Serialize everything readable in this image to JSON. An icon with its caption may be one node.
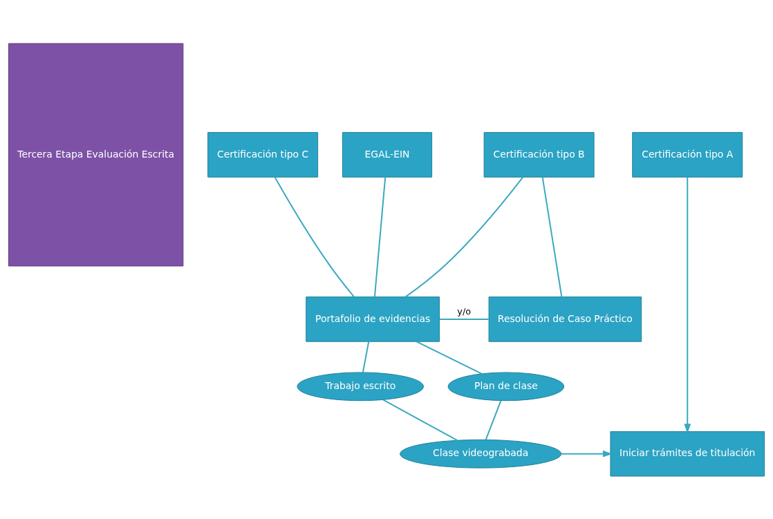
{
  "diagram": {
    "nodes": [
      {
        "text": [
          "Tercera Etapa Evaluación Escrita"
        ]
      },
      {
        "text": [
          "EGAL-EIN"
        ]
      },
      {
        "text": [
          "Certificación tipo C"
        ]
      },
      {
        "text": [
          "Certificación tipo B"
        ]
      },
      {
        "text": [
          "Certificación tipo A"
        ]
      },
      {
        "text": [
          "Portafolio de evidencias"
        ]
      },
      {
        "text": [
          "Resolución de Caso Práctico"
        ]
      },
      {
        "text": [
          "Plan de clase"
        ]
      },
      {
        "text": [
          "Trabajo escrito"
        ]
      },
      {
        "text": [
          "Clase videograbada"
        ]
      },
      {
        "text": [
          "Iniciar trámites de titulación"
        ]
      }
    ],
    "edges": [
      {
        "from": 1,
        "to": 5,
        "arrow": "none"
      },
      {
        "from": 2,
        "to": 5,
        "arrow": "none"
      },
      {
        "from": 3,
        "to": 5,
        "arrow": "none"
      },
      {
        "from": 3,
        "to": 6,
        "arrow": "none"
      },
      {
        "from": 5,
        "to": 6,
        "arrow": "none",
        "label": "y/o"
      },
      {
        "from": 5,
        "to": 7,
        "arrow": "none"
      },
      {
        "from": 5,
        "to": 8,
        "arrow": "none"
      },
      {
        "from": 7,
        "to": 9,
        "arrow": "none"
      },
      {
        "from": 8,
        "to": 9,
        "arrow": "none"
      },
      {
        "from": 9,
        "to": 10,
        "arrow": "to"
      },
      {
        "from": 4,
        "to": 10,
        "arrow": "to"
      }
    ]
  }
}
